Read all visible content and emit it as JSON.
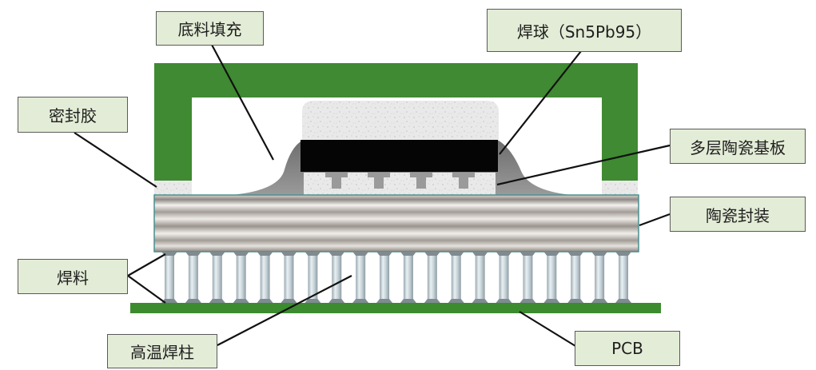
{
  "labels": {
    "underfill": "底料填充",
    "solder_ball": "焊球（Sn5Pb95）",
    "sealant": "密封胶",
    "multilayer_substrate": "多层陶瓷基板",
    "ceramic_package": "陶瓷封装",
    "solder": "焊料",
    "high_temp_column": "高温焊柱",
    "pcb": "PCB"
  },
  "colors": {
    "lid_green": "#3f8a32",
    "pcb_green": "#3c8b2f",
    "label_fill": "#e3ecd6",
    "die_black": "#050505",
    "underfill_gray": "#7f7f7f",
    "ceramic_gray": "#b8b2ac",
    "column_blue_gray": "#c9d6dc"
  }
}
